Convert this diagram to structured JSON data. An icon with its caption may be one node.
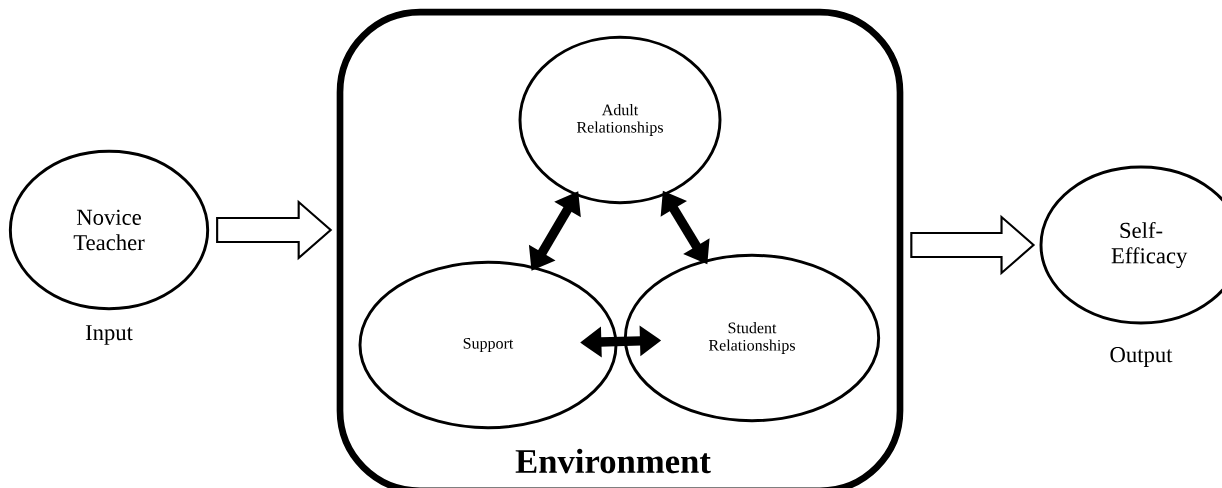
{
  "diagram": {
    "nodes": [
      {
        "text": [
          "Novice Teacher"
        ],
        "beside": [
          "Input"
        ]
      },
      {
        "text": [
          "Environment"
        ]
      },
      {
        "text": [
          "Adult Relationships"
        ],
        "in": 1
      },
      {
        "text": [
          "Support"
        ],
        "in": 1
      },
      {
        "text": [
          "Student Relationships"
        ],
        "in": 1
      },
      {
        "text": [
          "Self-Efficacy"
        ],
        "beside": [
          "Output"
        ]
      }
    ],
    "edges": [
      {
        "from": 0,
        "to": 1,
        "arrow": "to"
      },
      {
        "from": 3,
        "to": 2,
        "arrow": "both"
      },
      {
        "from": 2,
        "to": 4,
        "arrow": "both"
      },
      {
        "from": 3,
        "to": 4,
        "arrow": "both"
      },
      {
        "from": 1,
        "to": 5,
        "arrow": "to"
      }
    ]
  }
}
